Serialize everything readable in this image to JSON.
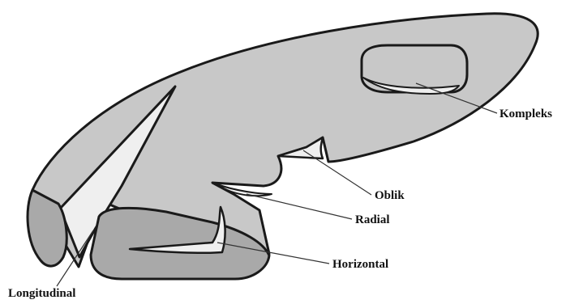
{
  "diagram": {
    "labels": {
      "kompleks": "Kompleks",
      "oblik": "Oblik",
      "radial": "Radial",
      "horizontal": "Horizontal",
      "longitudinal": "Longitudinal"
    }
  },
  "colors": {
    "body": "#c8c8c8",
    "front_block": "#a9a9a9",
    "crack": "#efefef",
    "outline": "#1a1a1a",
    "leader": "#333333"
  }
}
